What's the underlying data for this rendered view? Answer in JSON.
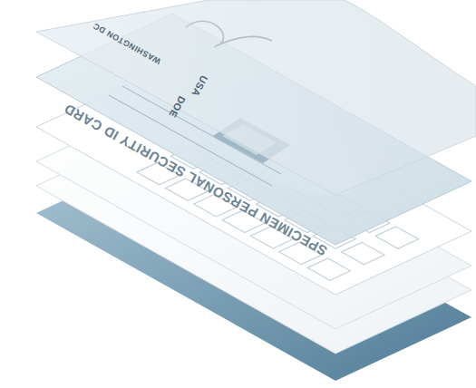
{
  "diagram": {
    "labels": [
      "SPECIMEN PERSONAL SECURITY ID CARD",
      "DOE",
      "USA",
      "WASHINGTON DC"
    ]
  }
}
